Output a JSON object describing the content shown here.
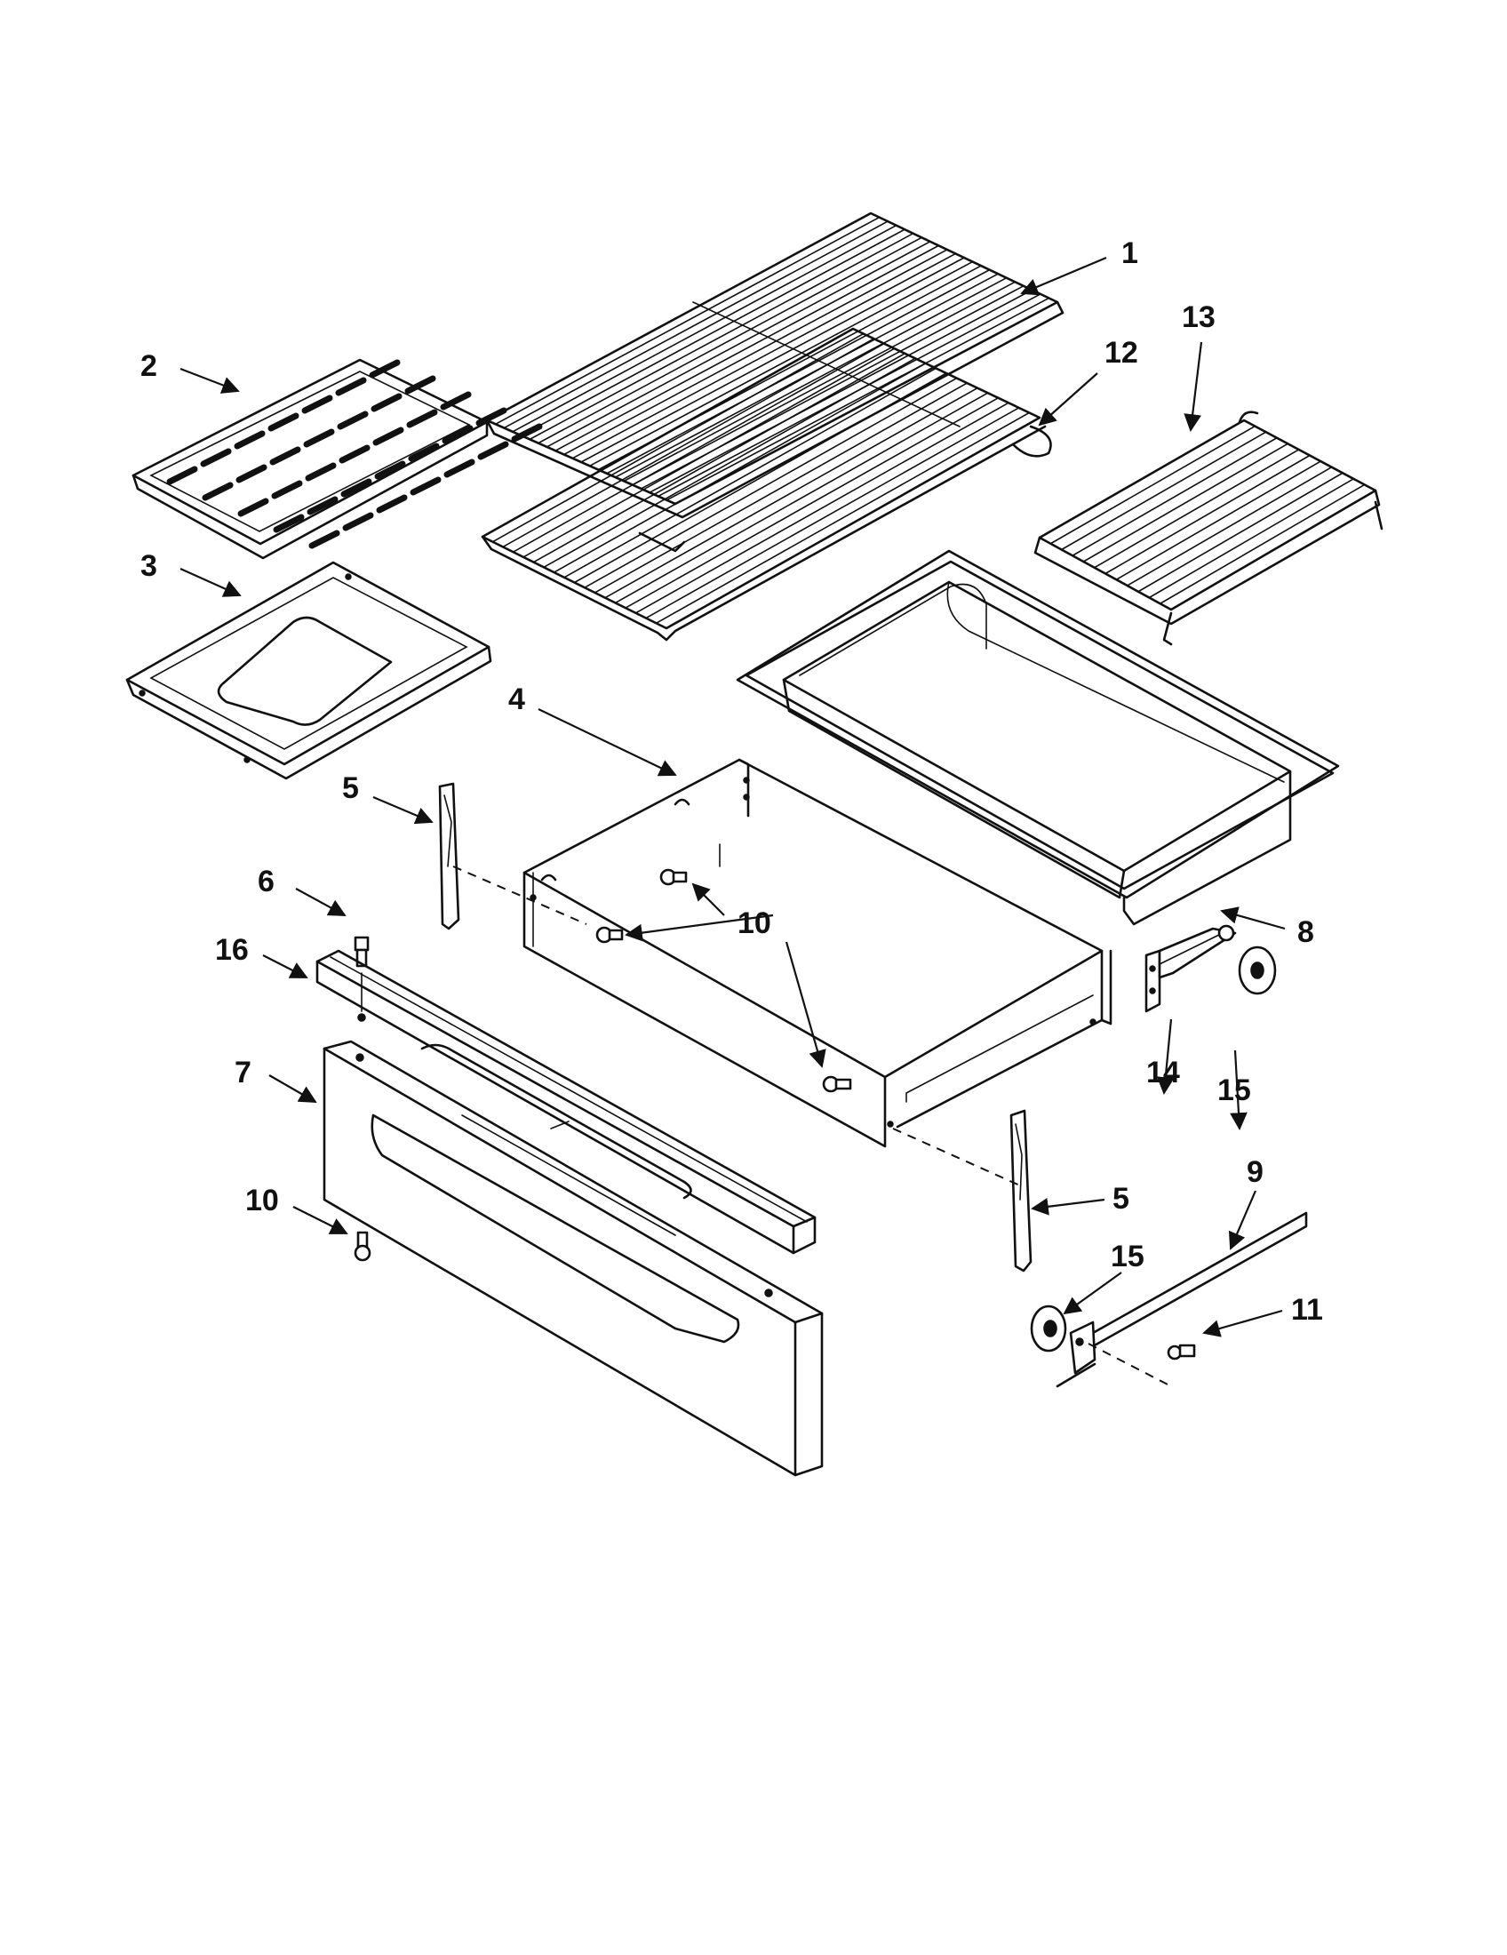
{
  "callouts": {
    "c1": "1",
    "c2": "2",
    "c3": "3",
    "c4": "4",
    "c5a": "5",
    "c5b": "5",
    "c6": "6",
    "c7": "7",
    "c8": "8",
    "c9": "9",
    "c10a": "10",
    "c10b": "10",
    "c11": "11",
    "c12": "12",
    "c13": "13",
    "c14": "14",
    "c15a": "15",
    "c15b": "15",
    "c16": "16"
  },
  "colors": {
    "line": "#111111",
    "background": "#ffffff"
  }
}
